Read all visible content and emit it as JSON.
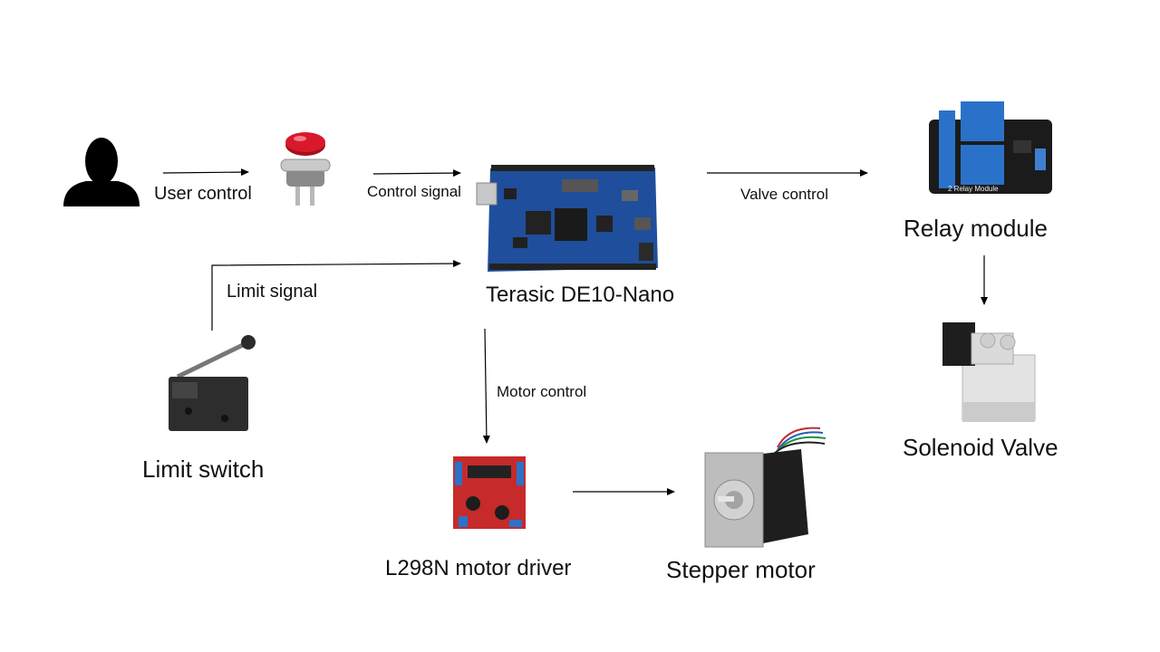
{
  "nodes": {
    "user": {
      "icon": "person-icon"
    },
    "push_button": {
      "icon": "push-button-icon"
    },
    "fpga": {
      "label": "Terasic DE10-Nano",
      "icon": "fpga-board-icon"
    },
    "relay": {
      "label": "Relay module",
      "icon": "relay-module-icon",
      "board_text": "2 Relay Module"
    },
    "solenoid": {
      "label": "Solenoid Valve",
      "icon": "solenoid-valve-icon"
    },
    "limit_switch": {
      "label": "Limit switch",
      "icon": "limit-switch-icon"
    },
    "driver": {
      "label": "L298N motor driver",
      "icon": "motor-driver-icon"
    },
    "stepper": {
      "label": "Stepper motor",
      "icon": "stepper-motor-icon"
    }
  },
  "edges": {
    "user_control": "User control",
    "control_signal": "Control signal",
    "valve_control": "Valve control",
    "limit_signal": "Limit signal",
    "motor_control": "Motor control"
  },
  "colors": {
    "board_blue": "#1f4e9c",
    "relay_blue": "#2a72c9",
    "driver_red": "#c62a2a",
    "button_red": "#d8192c"
  }
}
